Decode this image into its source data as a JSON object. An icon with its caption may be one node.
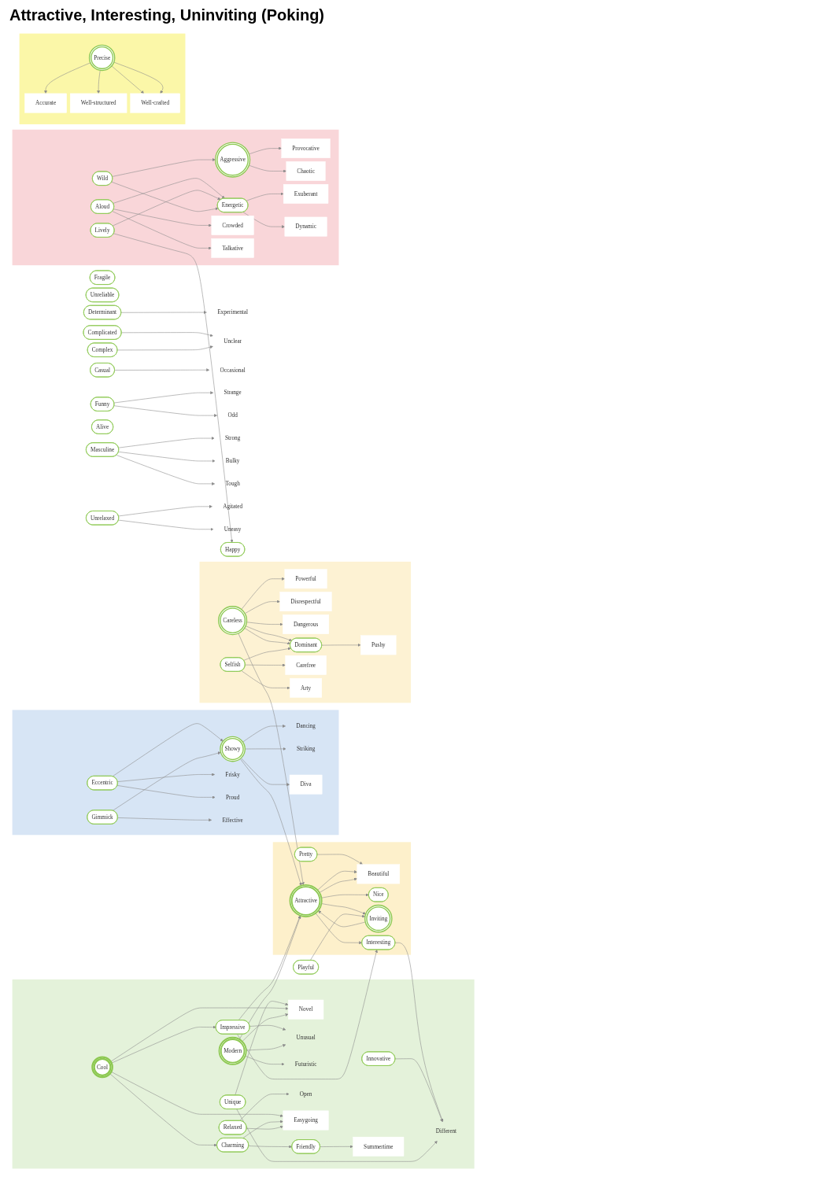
{
  "diagram": {
    "title": "Attractive, Interesting, Uninviting (Poking)",
    "nodes": [
      {
        "text": [],
        "shape": "cloud"
      },
      {
        "text": [
          "Precise"
        ],
        "in": 0
      },
      {
        "text": [
          "Well-crafted"
        ],
        "in": 0
      },
      {
        "text": [
          "Well-structured"
        ],
        "in": 0
      },
      {
        "text": [
          "Accurate"
        ],
        "in": 0
      },
      {
        "text": [
          "Determinant"
        ]
      },
      {
        "text": [
          "Experimental"
        ]
      },
      {
        "text": [
          "Fragile"
        ]
      },
      {
        "text": [
          "Unreliable"
        ]
      },
      {
        "text": [
          "Complicated"
        ]
      },
      {
        "text": [
          "Unclear"
        ]
      },
      {
        "text": [
          "Complex"
        ]
      },
      {
        "text": [
          "Casual"
        ]
      },
      {
        "text": [
          "Occasional"
        ]
      },
      {
        "text": [
          "Funny"
        ]
      },
      {
        "text": [
          "Strange"
        ]
      },
      {
        "text": [
          "Odd"
        ]
      },
      {
        "text": [
          "Masculine"
        ]
      },
      {
        "text": [
          "Strong"
        ]
      },
      {
        "text": [
          "Bulky"
        ]
      },
      {
        "text": [
          "Tough"
        ]
      },
      {
        "text": [
          "Unrelaxed"
        ]
      },
      {
        "text": [
          "Agitated"
        ]
      },
      {
        "text": [
          "Uneasy"
        ]
      },
      {
        "text": [],
        "shape": "cloud"
      },
      {
        "text": [
          "Showy"
        ],
        "in": 24
      },
      {
        "text": [
          "Dancing"
        ],
        "in": 24
      },
      {
        "text": [
          "Striking"
        ],
        "in": 24
      },
      {
        "text": [
          "Diva"
        ],
        "in": 24
      },
      {
        "text": [
          "Eccentric"
        ],
        "in": 24
      },
      {
        "text": [
          "Frisky"
        ],
        "in": 24
      },
      {
        "text": [
          "Proud"
        ],
        "in": 24
      },
      {
        "text": [
          "Gimmick"
        ],
        "in": 24
      },
      {
        "text": [
          "Effective"
        ],
        "in": 24
      },
      {
        "text": [],
        "shape": "cloud"
      },
      {
        "text": [
          "Interesting"
        ],
        "in": 34
      },
      {
        "text": [
          "Attractive"
        ],
        "in": 34
      },
      {
        "text": [
          "Pretty"
        ],
        "in": 34
      },
      {
        "text": [
          "Beautiful"
        ],
        "in": 34
      },
      {
        "text": [
          "Nice"
        ],
        "in": 34
      },
      {
        "text": [
          "Inviting"
        ],
        "in": 34
      },
      {
        "text": [
          "Playful"
        ]
      },
      {
        "text": [],
        "shape": "cloud"
      },
      {
        "text": [
          "Different"
        ],
        "in": 42
      },
      {
        "text": [
          "Innovative"
        ],
        "in": 42
      },
      {
        "text": [
          "Unique"
        ],
        "in": 42
      },
      {
        "text": [
          "Novel"
        ],
        "in": 42
      },
      {
        "text": [
          "Cool"
        ],
        "in": 42
      },
      {
        "text": [
          "Impressive"
        ],
        "in": 42
      },
      {
        "text": [
          "Unusual"
        ],
        "in": 42
      },
      {
        "text": [
          "Modern"
        ],
        "in": 42
      },
      {
        "text": [
          "Futuristic"
        ],
        "in": 42
      },
      {
        "text": [
          "Charming"
        ],
        "in": 42
      },
      {
        "text": [
          "Friendly"
        ],
        "in": 42
      },
      {
        "text": [
          "Summertime"
        ],
        "in": 42
      },
      {
        "text": [
          "Relaxed"
        ],
        "in": 42
      },
      {
        "text": [
          "Open"
        ],
        "in": 42
      },
      {
        "text": [
          "Easygoing"
        ],
        "in": 42
      },
      {
        "text": [],
        "shape": "cloud"
      },
      {
        "text": [
          "Aggressive"
        ],
        "in": 58
      },
      {
        "text": [
          "Provocative"
        ],
        "in": 58
      },
      {
        "text": [
          "Chaotic"
        ],
        "in": 58
      },
      {
        "text": [
          "Wild"
        ],
        "in": 58
      },
      {
        "text": [
          "Energetic"
        ],
        "in": 58
      },
      {
        "text": [
          "Exuberant"
        ],
        "in": 58
      },
      {
        "text": [
          "Dynamic"
        ],
        "in": 58
      },
      {
        "text": [
          "Aloud"
        ],
        "in": 58
      },
      {
        "text": [
          "Crowded"
        ],
        "in": 58
      },
      {
        "text": [
          "Talkative"
        ],
        "in": 58
      },
      {
        "text": [
          "Lively"
        ],
        "in": 58
      },
      {
        "text": [
          "Alive"
        ]
      },
      {
        "text": [
          "Happy"
        ]
      },
      {
        "text": [],
        "shape": "cloud"
      },
      {
        "text": [
          "Careless"
        ],
        "in": 72
      },
      {
        "text": [
          "Powerful"
        ],
        "in": 72
      },
      {
        "text": [
          "Disrespectful"
        ],
        "in": 72
      },
      {
        "text": [
          "Dangerous"
        ],
        "in": 72
      },
      {
        "text": [
          "Dominant"
        ],
        "in": 72
      },
      {
        "text": [
          "Pushy"
        ],
        "in": 72
      },
      {
        "text": [
          "Selfish"
        ],
        "in": 72
      },
      {
        "text": [
          "Carefree"
        ],
        "in": 72
      },
      {
        "text": [
          "Arty"
        ],
        "in": 72
      }
    ],
    "edges": [
      {
        "from": 1,
        "to": 4,
        "arrow": "to"
      },
      {
        "from": 1,
        "to": 3,
        "arrow": "to"
      },
      {
        "from": 1,
        "to": 2,
        "arrow": "to"
      },
      {
        "from": 1,
        "to": 2,
        "arrow": "to"
      },
      {
        "from": 5,
        "to": 6,
        "arrow": "to"
      },
      {
        "from": 9,
        "to": 10,
        "arrow": "to"
      },
      {
        "from": 11,
        "to": 10,
        "arrow": "to"
      },
      {
        "from": 12,
        "to": 13,
        "arrow": "to"
      },
      {
        "from": 14,
        "to": 15,
        "arrow": "to"
      },
      {
        "from": 14,
        "to": 16,
        "arrow": "to"
      },
      {
        "from": 17,
        "to": 18,
        "arrow": "to"
      },
      {
        "from": 17,
        "to": 19,
        "arrow": "to"
      },
      {
        "from": 17,
        "to": 20,
        "arrow": "to"
      },
      {
        "from": 21,
        "to": 22,
        "arrow": "to"
      },
      {
        "from": 21,
        "to": 23,
        "arrow": "to"
      },
      {
        "from": 25,
        "to": 28,
        "arrow": "to"
      },
      {
        "from": 25,
        "to": 26,
        "arrow": "to"
      },
      {
        "from": 25,
        "to": 27,
        "arrow": "to"
      },
      {
        "from": 29,
        "to": 25,
        "arrow": "to"
      },
      {
        "from": 32,
        "to": 25,
        "arrow": "to"
      },
      {
        "from": 29,
        "to": 30,
        "arrow": "to"
      },
      {
        "from": 29,
        "to": 31,
        "arrow": "to"
      },
      {
        "from": 32,
        "to": 33,
        "arrow": "to"
      },
      {
        "from": 25,
        "to": 36,
        "arrow": "to"
      },
      {
        "from": 36,
        "to": 35,
        "arrow": "to"
      },
      {
        "from": 37,
        "to": 38,
        "arrow": "to"
      },
      {
        "from": 36,
        "to": 38,
        "arrow": "to"
      },
      {
        "from": 36,
        "to": 38,
        "arrow": "to"
      },
      {
        "from": 36,
        "to": 39,
        "arrow": "to"
      },
      {
        "from": 36,
        "to": 40,
        "arrow": "to"
      },
      {
        "from": 40,
        "to": 36,
        "arrow": "to"
      },
      {
        "from": 41,
        "to": 40,
        "arrow": "to"
      },
      {
        "from": 35,
        "to": 43,
        "arrow": "to"
      },
      {
        "from": 48,
        "to": 35,
        "arrow": "to"
      },
      {
        "from": 48,
        "to": 36,
        "arrow": "to"
      },
      {
        "from": 50,
        "to": 36,
        "arrow": "to"
      },
      {
        "from": 73,
        "to": 36,
        "arrow": "to"
      },
      {
        "from": 44,
        "to": 43,
        "arrow": "to"
      },
      {
        "from": 45,
        "to": 43,
        "arrow": "to"
      },
      {
        "from": 45,
        "to": 46,
        "arrow": "to"
      },
      {
        "from": 47,
        "to": 46,
        "arrow": "to"
      },
      {
        "from": 47,
        "to": 52,
        "arrow": "to"
      },
      {
        "from": 47,
        "to": 57,
        "arrow": "to"
      },
      {
        "from": 47,
        "to": 48,
        "arrow": "to"
      },
      {
        "from": 52,
        "to": 53,
        "arrow": "to"
      },
      {
        "from": 53,
        "to": 54,
        "arrow": "to"
      },
      {
        "from": 52,
        "to": 57,
        "arrow": "to"
      },
      {
        "from": 55,
        "to": 56,
        "arrow": "to"
      },
      {
        "from": 55,
        "to": 57,
        "arrow": "to"
      },
      {
        "from": 48,
        "to": 49,
        "arrow": "to"
      },
      {
        "from": 50,
        "to": 49,
        "arrow": "to"
      },
      {
        "from": 50,
        "to": 51,
        "arrow": "to"
      },
      {
        "from": 50,
        "to": 46,
        "arrow": "to"
      },
      {
        "from": 66,
        "to": 67,
        "arrow": "to"
      },
      {
        "from": 66,
        "to": 68,
        "arrow": "to"
      },
      {
        "from": 66,
        "to": 63,
        "arrow": "to"
      },
      {
        "from": 69,
        "to": 63,
        "arrow": "to"
      },
      {
        "from": 69,
        "to": 71,
        "arrow": "to"
      },
      {
        "from": 63,
        "to": 65,
        "arrow": "to"
      },
      {
        "from": 63,
        "to": 64,
        "arrow": "to"
      },
      {
        "from": 62,
        "to": 63,
        "arrow": "to"
      },
      {
        "from": 62,
        "to": 59,
        "arrow": "to"
      },
      {
        "from": 59,
        "to": 60,
        "arrow": "to"
      },
      {
        "from": 59,
        "to": 61,
        "arrow": "to"
      },
      {
        "from": 73,
        "to": 75,
        "arrow": "to"
      },
      {
        "from": 73,
        "to": 76,
        "arrow": "to"
      },
      {
        "from": 73,
        "to": 77,
        "arrow": "to"
      },
      {
        "from": 73,
        "to": 77,
        "arrow": "to"
      },
      {
        "from": 73,
        "to": 74,
        "arrow": "to"
      },
      {
        "from": 77,
        "to": 78,
        "arrow": "to"
      },
      {
        "from": 79,
        "to": 77,
        "arrow": "to"
      },
      {
        "from": 79,
        "to": 81,
        "arrow": "to"
      },
      {
        "from": 79,
        "to": 80,
        "arrow": "to"
      }
    ]
  }
}
